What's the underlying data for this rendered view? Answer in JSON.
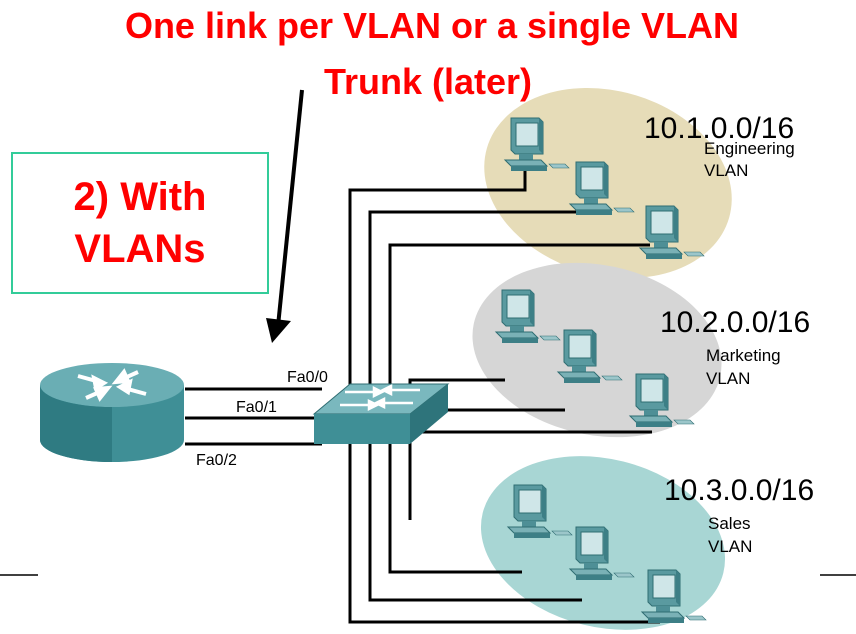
{
  "title": {
    "line1": "One link per VLAN or a single VLAN",
    "line2": "Trunk (later)"
  },
  "callout": {
    "line1": "2) With",
    "line2": "VLANs"
  },
  "router": {
    "ports": [
      "Fa0/0",
      "Fa0/1",
      "Fa0/2"
    ]
  },
  "vlans": [
    {
      "subnet": "10.1.0.0/16",
      "name_line1": "Engineering",
      "name_line2": "VLAN",
      "color": "#e6dcb8"
    },
    {
      "subnet": "10.2.0.0/16",
      "name_line1": "Marketing",
      "name_line2": "VLAN",
      "color": "#d4d4d4"
    },
    {
      "subnet": "10.3.0.0/16",
      "name_line1": "Sales",
      "name_line2": "VLAN",
      "color": "#a8d6d4"
    }
  ],
  "colors": {
    "title": "#ff0000",
    "callout_border": "#33cc99",
    "device": "#3f8f96"
  }
}
